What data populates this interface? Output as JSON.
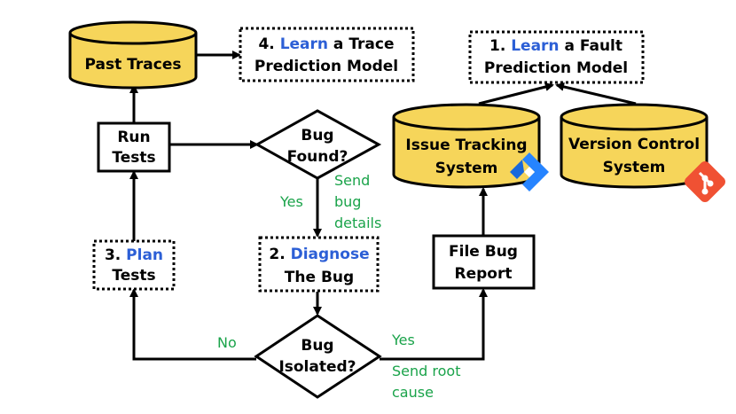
{
  "colors": {
    "cylinder_fill": "#f6d55a",
    "cylinder_stroke": "#000000",
    "highlight": "#2c5fd6",
    "edge_label": "#1aa34a",
    "git_logo": "#f05133",
    "jira_logo": "#2684ff"
  },
  "nodes": {
    "past_traces": {
      "label": "Past Traces"
    },
    "learn_trace": {
      "prefix": "4. ",
      "highlight": "Learn",
      "suffix": " a Trace",
      "line2": "Prediction Model"
    },
    "learn_fault": {
      "prefix": "1. ",
      "highlight": "Learn",
      "suffix": " a Fault",
      "line2": "Prediction Model"
    },
    "run_tests": {
      "line1": "Run",
      "line2": "Tests"
    },
    "bug_found": {
      "line1": "Bug",
      "line2": "Found?"
    },
    "issue_tracking": {
      "line1": "Issue Tracking",
      "line2": "System",
      "icon": "jira-icon"
    },
    "version_control": {
      "line1": "Version Control",
      "line2": "System",
      "icon": "git-icon"
    },
    "plan_tests": {
      "prefix": "3. ",
      "highlight": "Plan",
      "line2": "Tests"
    },
    "diagnose": {
      "prefix": "2. ",
      "highlight": "Diagnose",
      "line2": "The Bug"
    },
    "file_bug": {
      "line1": "File Bug",
      "line2": "Report"
    },
    "bug_isolated": {
      "line1": "Bug",
      "line2": "Isolated?"
    }
  },
  "edge_labels": {
    "yes_found": "Yes",
    "send_bug_details": [
      "Send",
      "bug",
      "details"
    ],
    "no_isolated": "No",
    "yes_isolated": "Yes",
    "send_root_cause": [
      "Send root",
      "cause"
    ]
  }
}
